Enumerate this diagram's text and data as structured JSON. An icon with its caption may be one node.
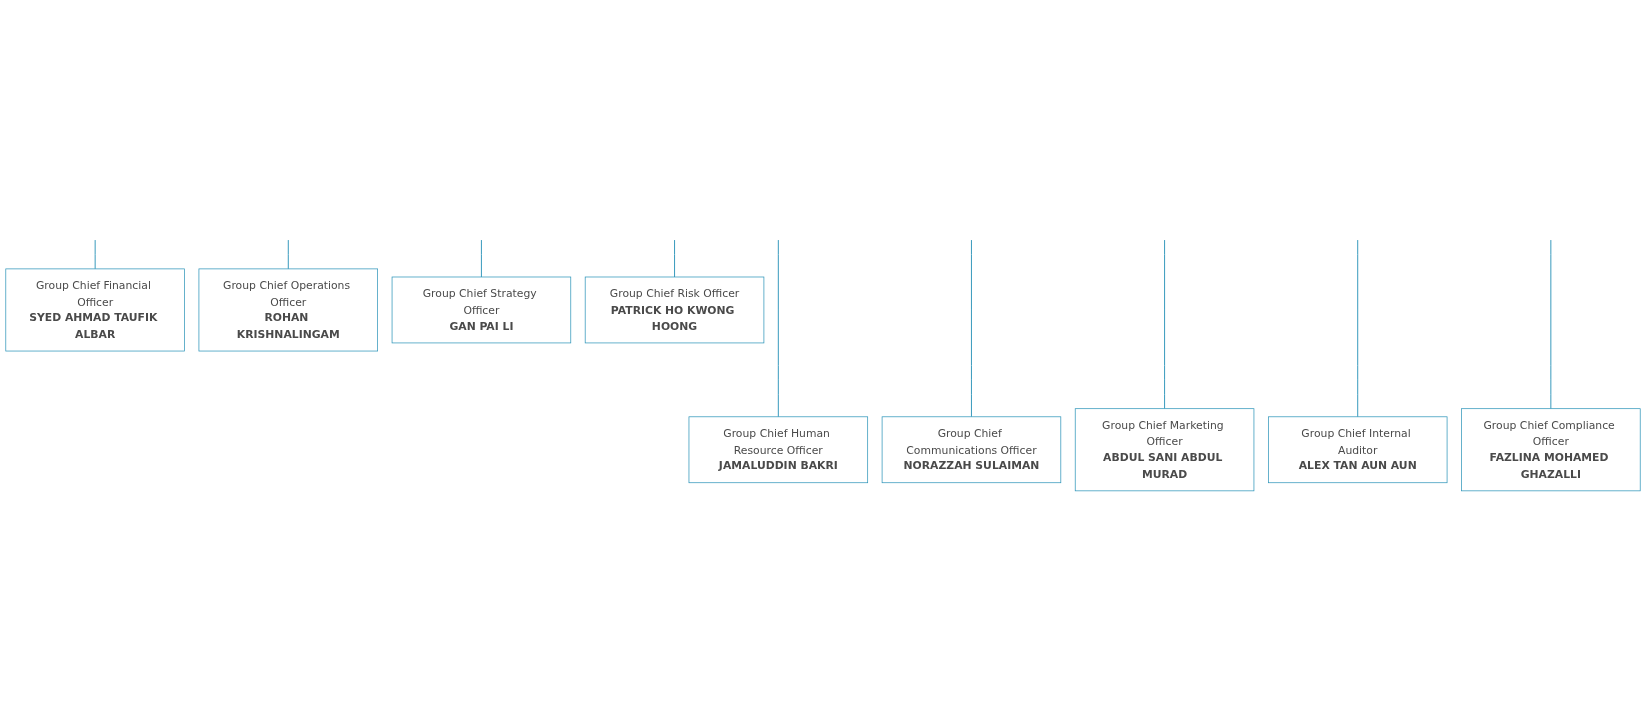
{
  "diagram": {
    "nodes": [
      {
        "text": [
          "Group Chief Financial Officer",
          "SYED AHMAD TAUFIK ALBAR"
        ]
      },
      {
        "text": [
          "Group Chief Operations Officer",
          "ROHAN KRISHNALINGAM"
        ]
      },
      {
        "text": [
          "Group Chief Strategy Officer",
          "GAN PAI LI"
        ]
      },
      {
        "text": [
          "Group Chief Risk Officer",
          "PATRICK HO KWONG HOONG"
        ]
      },
      {
        "text": [
          "Group Chief Human Resource Officer",
          "JAMALUDDIN BAKRI"
        ]
      },
      {
        "text": [
          "Group Chief Communications Officer",
          "NORAZZAH SULAIMAN"
        ]
      },
      {
        "text": [
          "Group Chief Marketing Officer",
          "ABDUL SANI ABDUL MURAD"
        ]
      },
      {
        "text": [
          "Group Chief Internal Auditor",
          "ALEX TAN AUN AUN"
        ]
      },
      {
        "text": [
          "Group Chief Compliance Officer",
          "FAZLINA MOHAMED GHAZALLI"
        ]
      }
    ],
    "edges": [
      {
        "from": null,
        "to": 0,
        "arrow": "none"
      },
      {
        "from": null,
        "to": 1,
        "arrow": "none"
      },
      {
        "from": null,
        "to": 2,
        "arrow": "none"
      },
      {
        "from": null,
        "to": 3,
        "arrow": "none"
      },
      {
        "from": null,
        "to": 4,
        "arrow": "none"
      },
      {
        "from": null,
        "to": 5,
        "arrow": "none"
      },
      {
        "from": null,
        "to": 6,
        "arrow": "none"
      },
      {
        "from": null,
        "to": 7,
        "arrow": "none"
      },
      {
        "from": null,
        "to": 8,
        "arrow": "none"
      }
    ]
  }
}
